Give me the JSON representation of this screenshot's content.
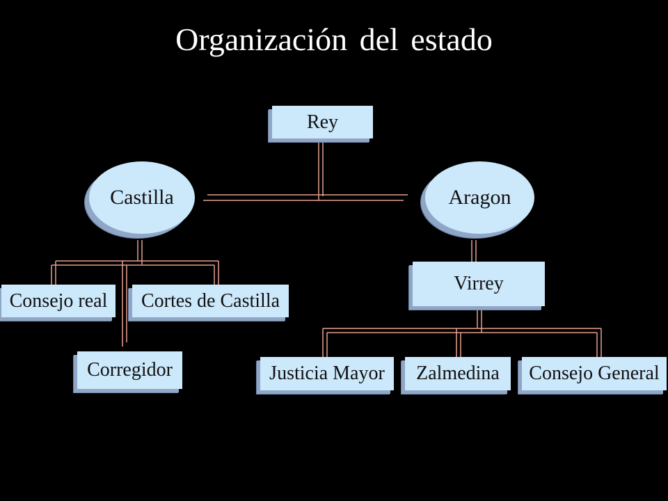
{
  "title": "Organización del estado",
  "nodes": {
    "rey": "Rey",
    "castilla": "Castilla",
    "aragon": "Aragon",
    "consejo_real": "Consejo real",
    "cortes_castilla": "Cortes de Castilla",
    "corregidor": "Corregidor",
    "virrey": "Virrey",
    "justicia_mayor": "Justicia Mayor",
    "zalmedina": "Zalmedina",
    "consejo_general": "Consejo General"
  },
  "colors": {
    "background": "#000000",
    "box_fill": "#cce8fb",
    "connector": "#e8a090"
  }
}
